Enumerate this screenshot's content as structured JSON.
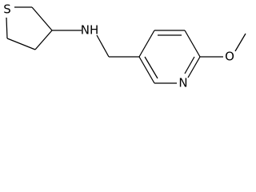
{
  "molecule": {
    "atoms": {
      "sulfur": "S",
      "amine": "NH",
      "pyridine_nitrogen": "N",
      "methoxy_oxygen": "O"
    },
    "colors": {
      "bond": "#000000",
      "label": "#000000",
      "background": "#ffffff"
    }
  }
}
